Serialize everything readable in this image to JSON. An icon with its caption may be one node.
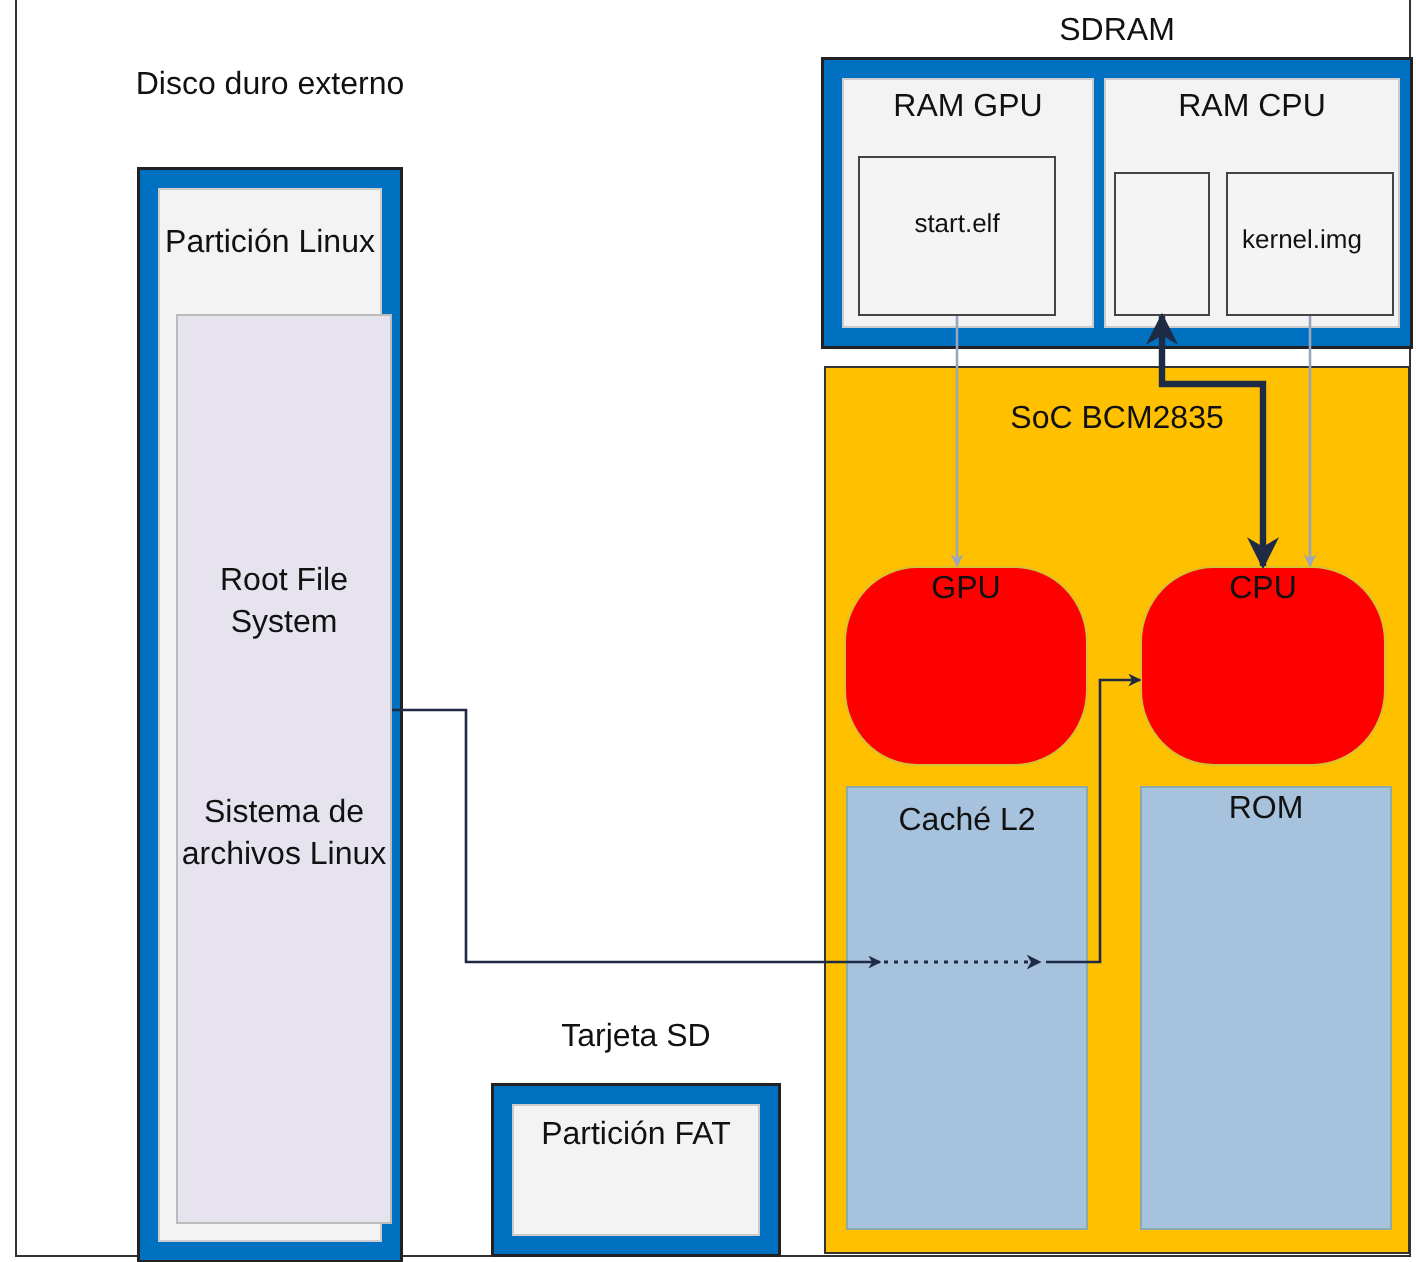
{
  "diagram": {
    "nodes": [
      {
        "text": [
          "Disco duro externo"
        ]
      },
      {
        "text": [
          "Partición Linux"
        ],
        "in": 0
      },
      {
        "text": [
          "Root File System",
          "Sistema de archivos Linux"
        ],
        "in": 1
      },
      {
        "text": [
          "SDRAM"
        ]
      },
      {
        "text": [
          "RAM GPU"
        ],
        "in": 3
      },
      {
        "text": [
          "start.elf"
        ],
        "in": 4
      },
      {
        "text": [
          "RAM CPU"
        ],
        "in": 3
      },
      {
        "text": [],
        "shape": "box",
        "in": 6
      },
      {
        "text": [
          "kernel.img"
        ],
        "in": 6
      },
      {
        "text": [
          "SoC BCM2835"
        ]
      },
      {
        "text": [
          "GPU"
        ],
        "in": 9
      },
      {
        "text": [
          "CPU"
        ],
        "in": 9
      },
      {
        "text": [
          "Caché L2"
        ],
        "in": 9
      },
      {
        "text": [
          "ROM"
        ],
        "in": 9
      },
      {
        "text": [
          "Tarjeta SD"
        ]
      },
      {
        "text": [
          "Partición FAT"
        ],
        "in": 14
      }
    ],
    "edges": [
      {
        "from": 5,
        "to": 10,
        "arrow": "to",
        "color": "#9aa6bd"
      },
      {
        "from": 8,
        "to": 11,
        "arrow": "to",
        "color": "#9aa6bd"
      },
      {
        "from": 7,
        "to": 11,
        "arrow": "both",
        "style": "thick"
      },
      {
        "from": 2,
        "to": 12,
        "arrow": "to"
      },
      {
        "from": 12,
        "to": 11,
        "arrow": "to"
      }
    ]
  }
}
